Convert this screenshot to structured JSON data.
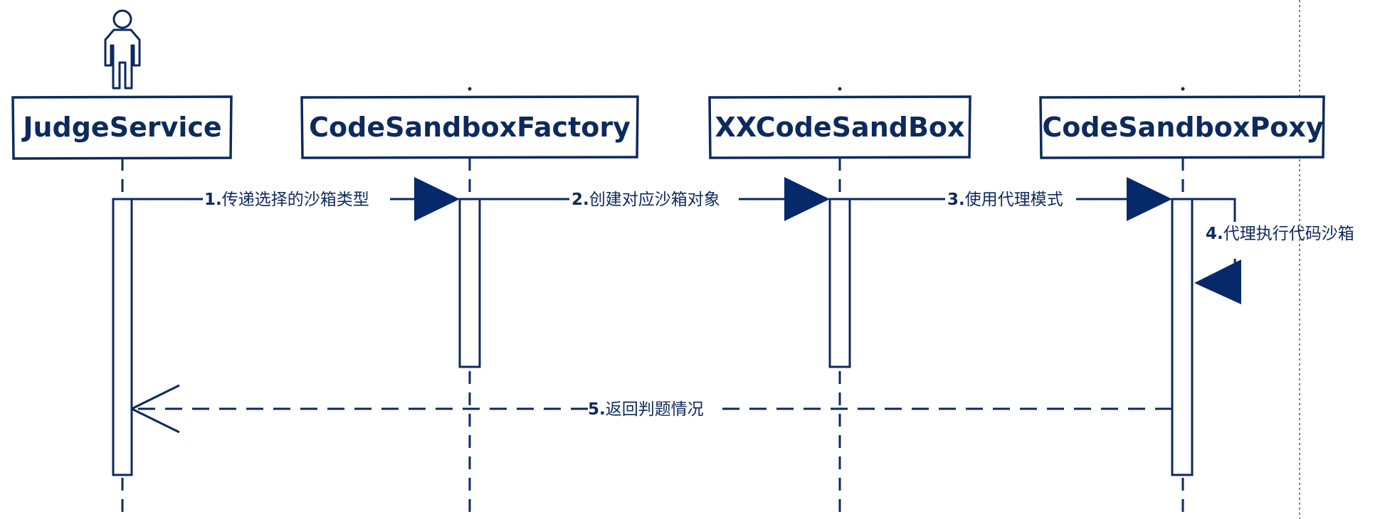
{
  "diagram": {
    "type": "sequence",
    "colors": {
      "stroke": "#0d2a5c",
      "arrow_fill": "#06296b",
      "background": "#ffffff"
    },
    "participants": [
      {
        "id": "judge",
        "label": "JudgeService",
        "has_actor_icon": true
      },
      {
        "id": "factory",
        "label": "CodeSandboxFactory",
        "has_actor_icon": false
      },
      {
        "id": "xx",
        "label": "XXCodeSandBox",
        "has_actor_icon": false
      },
      {
        "id": "proxy",
        "label": "CodeSandboxPoxy",
        "has_actor_icon": false
      }
    ],
    "messages": [
      {
        "num": "1.",
        "text": "传递选择的沙箱类型",
        "from": "judge",
        "to": "factory",
        "style": "solid"
      },
      {
        "num": "2.",
        "text": "创建对应沙箱对象",
        "from": "factory",
        "to": "xx",
        "style": "solid"
      },
      {
        "num": "3.",
        "text": "使用代理模式",
        "from": "xx",
        "to": "proxy",
        "style": "solid"
      },
      {
        "num": "4.",
        "text": "代理执行代码沙箱",
        "from": "proxy",
        "to": "proxy",
        "style": "self"
      },
      {
        "num": "5.",
        "text": "返回判题情况",
        "from": "proxy",
        "to": "judge",
        "style": "dashed-return"
      }
    ]
  }
}
